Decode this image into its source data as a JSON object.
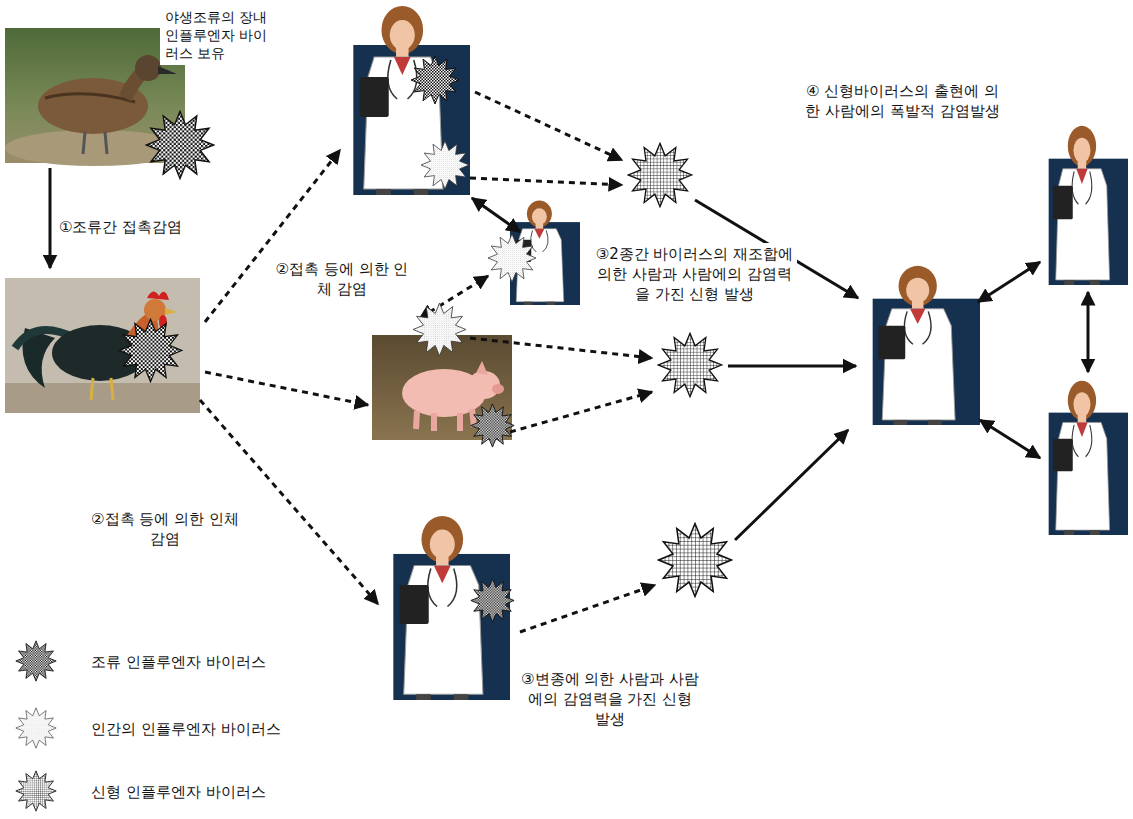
{
  "diagram": {
    "nodes": [
      {
        "text": [
          "야생조류의 장내 인플루엔자 바이러스 보유"
        ]
      }
    ],
    "labels": [
      "①조류간 접촉감염",
      "②접촉 등에 의한 인체 감염",
      "③2종간 바이러스의 재조합에 의한 사람과 사람에의 감염력을 가진 신형 발생",
      "④ 신형바이러스의 출현에 의한 사람에의 폭발적 감염발생",
      "②접촉 등에 의한 인체 감염",
      "③변종에 의한 사람과 사람에의 감염력을 가진 신형 발생"
    ],
    "legend": [
      {
        "text": "조류 인플루엔자 바이러스"
      },
      {
        "text": "인간의 인플루엔자 바이러스"
      },
      {
        "text": "신형 인플루엔자 바이러스"
      }
    ]
  }
}
